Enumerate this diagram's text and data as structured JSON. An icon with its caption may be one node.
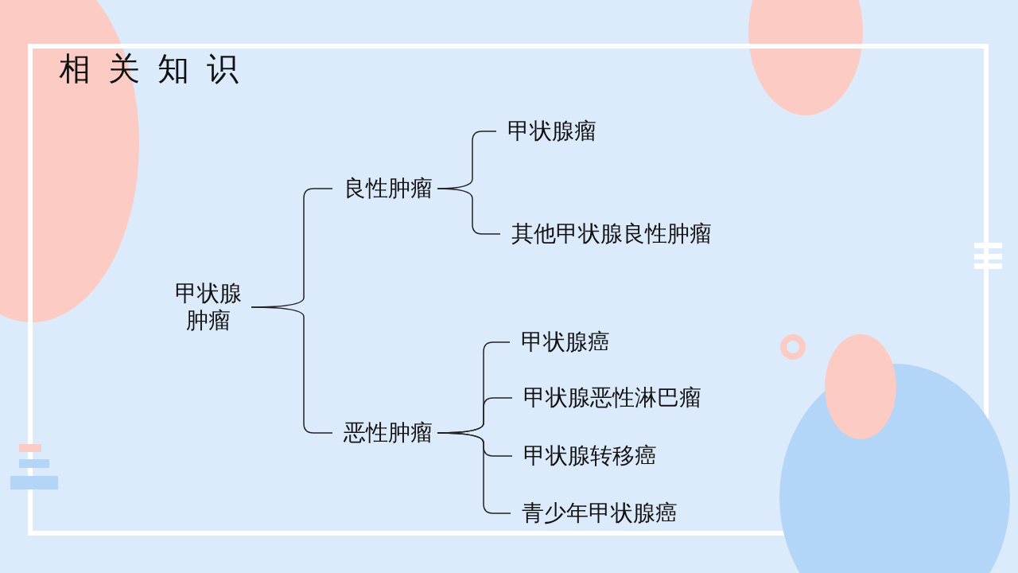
{
  "diagram": {
    "title": "相关知识",
    "nodes": [
      {
        "text": [
          "甲状腺肿瘤"
        ]
      },
      {
        "text": [
          "良性肿瘤"
        ]
      },
      {
        "text": [
          "甲状腺瘤"
        ]
      },
      {
        "text": [
          "其他甲状腺良性肿瘤"
        ]
      },
      {
        "text": [
          "恶性肿瘤"
        ]
      },
      {
        "text": [
          "甲状腺癌"
        ]
      },
      {
        "text": [
          "甲状腺恶性淋巴瘤"
        ]
      },
      {
        "text": [
          "甲状腺转移癌"
        ]
      },
      {
        "text": [
          "青少年甲状腺癌"
        ]
      }
    ],
    "edges": [
      {
        "from": 0,
        "to": 1,
        "arrow": "none"
      },
      {
        "from": 0,
        "to": 4,
        "arrow": "none"
      },
      {
        "from": 1,
        "to": 2,
        "arrow": "none"
      },
      {
        "from": 1,
        "to": 3,
        "arrow": "none"
      },
      {
        "from": 4,
        "to": 5,
        "arrow": "none"
      },
      {
        "from": 4,
        "to": 6,
        "arrow": "none"
      },
      {
        "from": 4,
        "to": 7,
        "arrow": "none"
      },
      {
        "from": 4,
        "to": 8,
        "arrow": "none"
      }
    ]
  }
}
